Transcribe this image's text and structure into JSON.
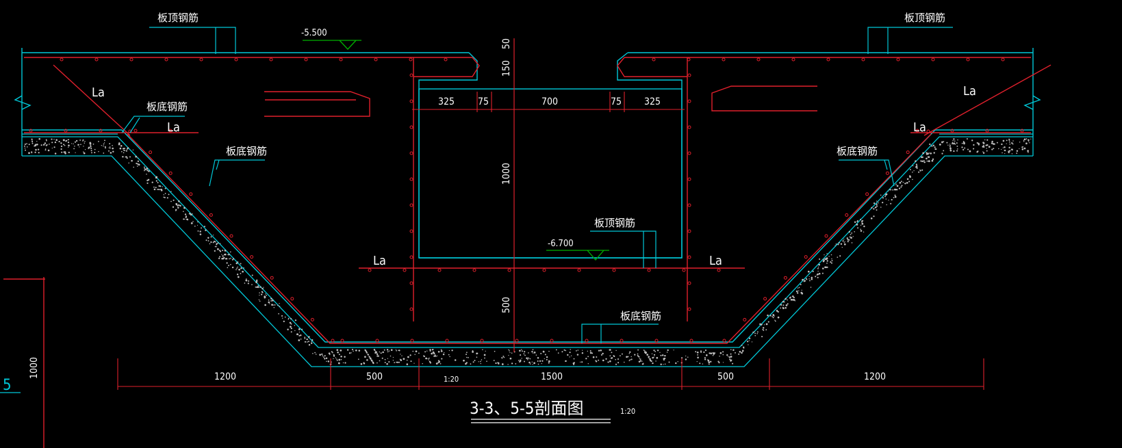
{
  "drawing": {
    "title": "3-3、5-5剖面图",
    "title_scale": "1:20",
    "inner_scale": "1:20",
    "colors": {
      "background": "#000000",
      "outline": "#00c8d8",
      "rebar": "#e0202c",
      "level_marker": "#00b000",
      "text": "#ffffff"
    }
  },
  "labels": {
    "plate_top_rebar_left": "板顶钢筋",
    "plate_top_rebar_right": "板顶钢筋",
    "plate_top_rebar_center": "板顶钢筋",
    "plate_bottom_rebar_left_upper": "板底钢筋",
    "plate_bottom_rebar_left_slope": "板底钢筋",
    "plate_bottom_rebar_right_slope": "板底钢筋",
    "plate_bottom_rebar_bottom": "板底钢筋",
    "la_left_top": "La",
    "la_left_mid": "La",
    "la_right_top": "La",
    "la_right_mid": "La",
    "la_inner_left": "La",
    "la_inner_right": "La"
  },
  "levels": {
    "top": "-5.500",
    "inner": "-6.700"
  },
  "dimensions": {
    "top_50": "50",
    "top_150": "150",
    "inner_1000": "1000",
    "inner_500": "500",
    "w325_left": "325",
    "w75_left": "75",
    "w700": "700",
    "w75_right": "75",
    "w325_right": "325",
    "bottom_1200_left": "1200",
    "bottom_500_left": "500",
    "bottom_1500": "1500",
    "bottom_500_right": "500",
    "bottom_1200_right": "1200",
    "side_1000": "1000",
    "side_5": "5"
  }
}
